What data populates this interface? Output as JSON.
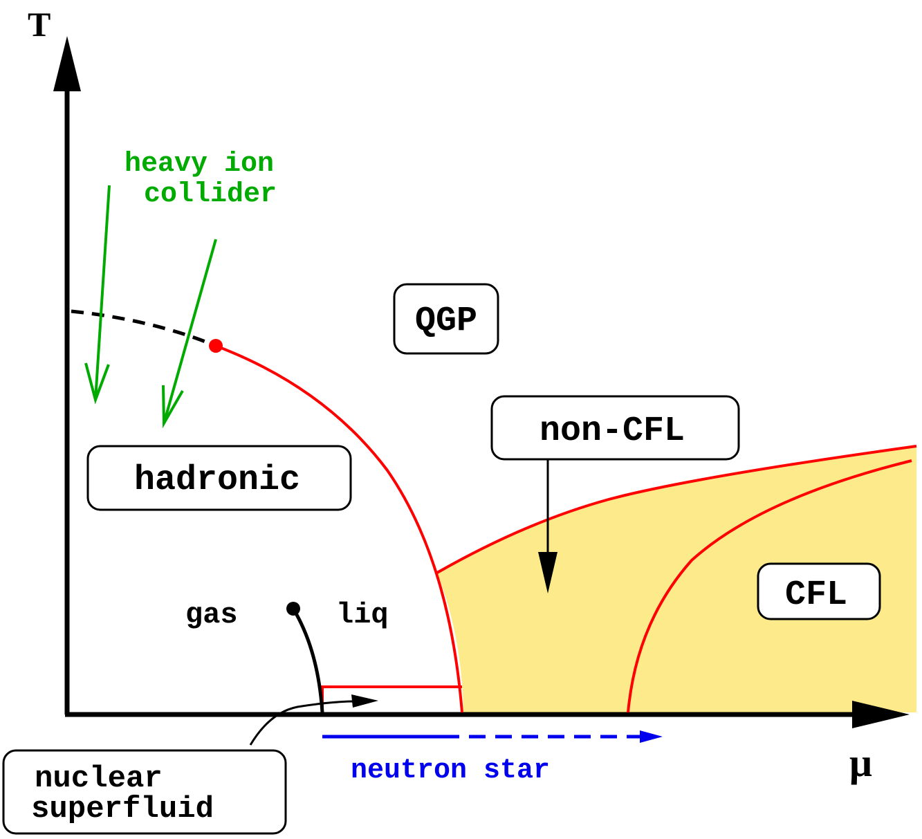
{
  "axes": {
    "y_label": "T",
    "x_label": "μ"
  },
  "labels": {
    "heavy_ion_line1": "heavy ion",
    "heavy_ion_line2": "collider",
    "qgp": "QGP",
    "non_cfl": "non-CFL",
    "hadronic": "hadronic",
    "cfl": "CFL",
    "gas": "gas",
    "liq": "liq",
    "neutron_star": "neutron star",
    "nuclear_line1": "nuclear",
    "nuclear_line2": "superfluid"
  },
  "colors": {
    "axis": "#000000",
    "phase_boundary": "#ff0000",
    "critical_point": "#ff0000",
    "crossover": "#000000",
    "heavy_ion": "#00aa00",
    "neutron_star": "#0000ee",
    "cfl_fill": "#fdea8a",
    "label_text": "#000000"
  }
}
